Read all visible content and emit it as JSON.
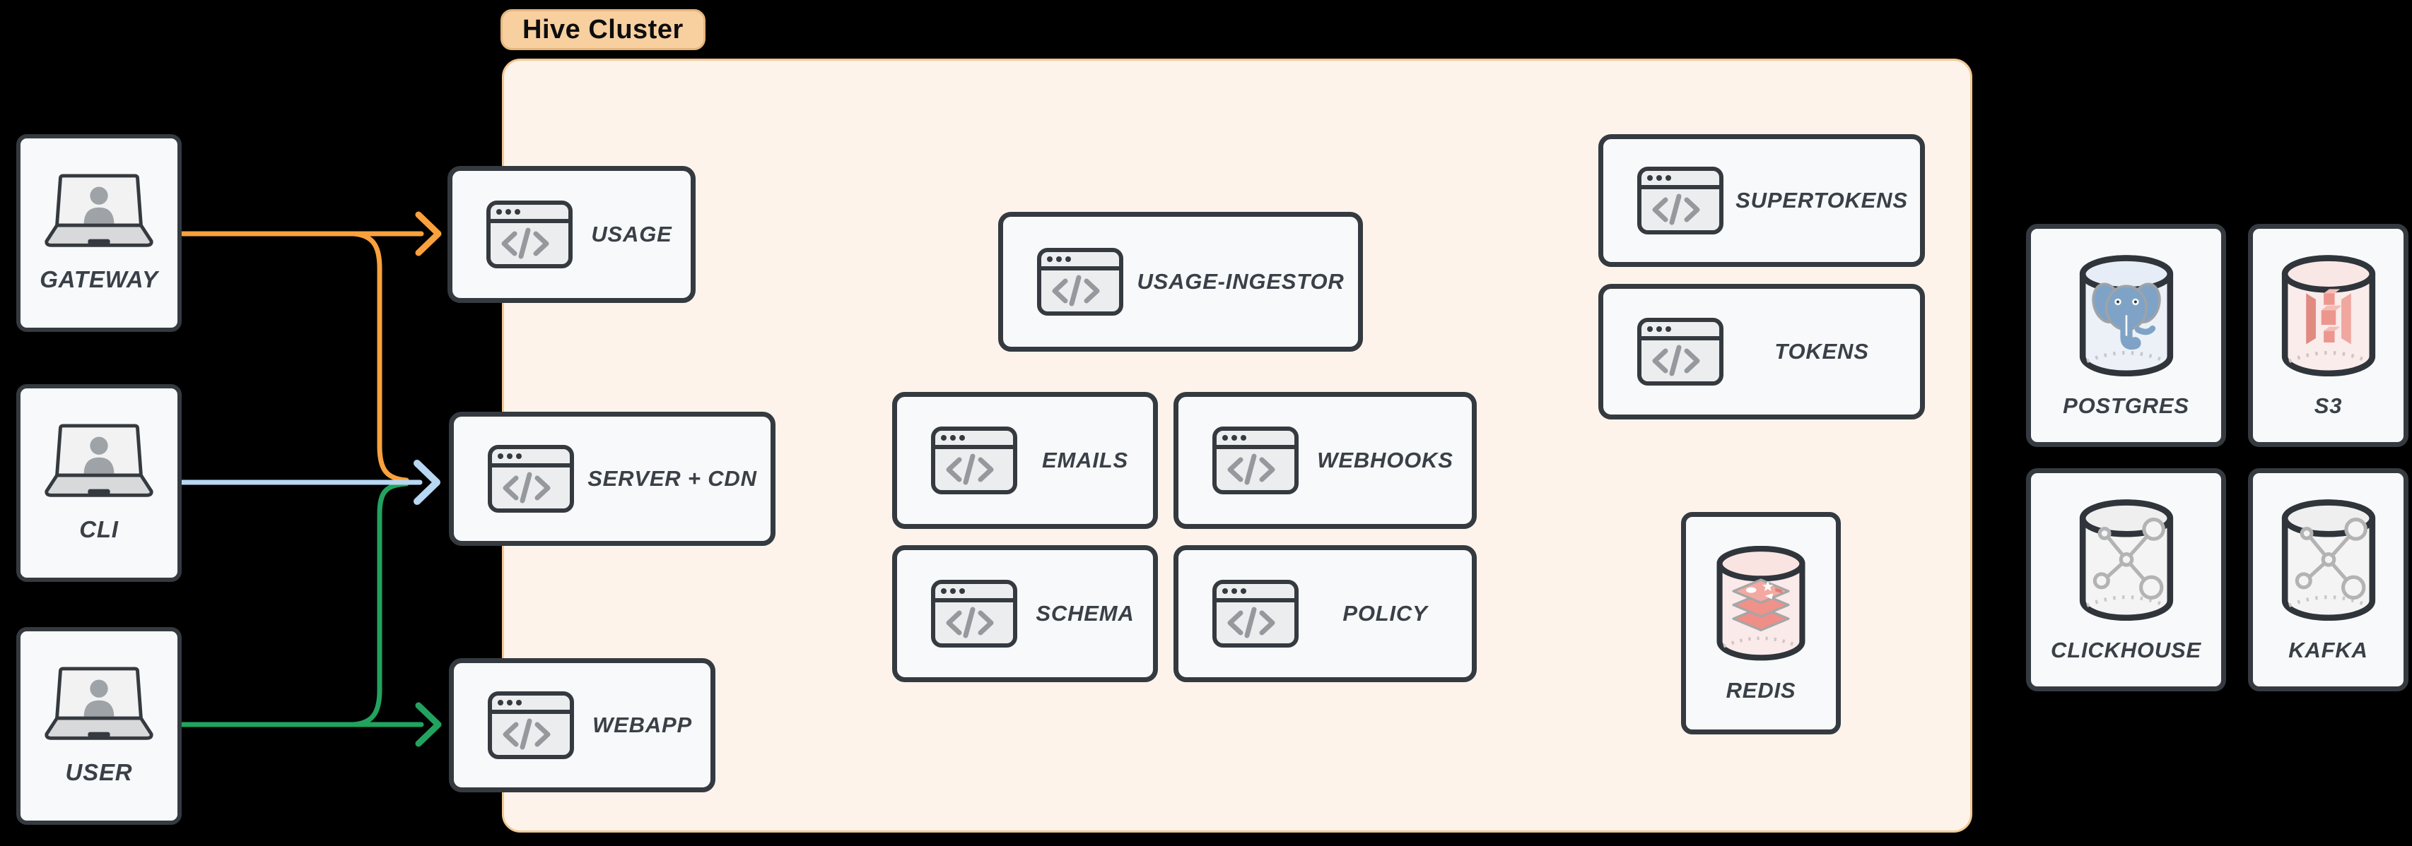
{
  "cluster_label": "Hive Cluster",
  "nodes": {
    "gateway": "GATEWAY",
    "cli": "CLI",
    "user": "USER",
    "usage": "USAGE",
    "server_cdn": "SERVER + CDN",
    "webapp": "WEBAPP",
    "usage_ingestor": "USAGE-INGESTOR",
    "emails": "EMAILS",
    "webhooks": "WEBHOOKS",
    "schema": "SCHEMA",
    "policy": "POLICY",
    "supertokens": "SUPERTOKENS",
    "tokens": "TOKENS",
    "redis": "REDIS",
    "postgres": "POSTGRES",
    "s3": "S3",
    "clickhouse": "CLICKHOUSE",
    "kafka": "KAFKA"
  },
  "edges": [
    {
      "from": "GATEWAY",
      "to": "USAGE",
      "color": "#F9A13C"
    },
    {
      "from": "GATEWAY",
      "to": "SERVER + CDN",
      "color": "#F9A13C"
    },
    {
      "from": "CLI",
      "to": "SERVER + CDN",
      "color": "#B7D7F2"
    },
    {
      "from": "USER",
      "to": "SERVER + CDN",
      "color": "#21A35F"
    },
    {
      "from": "USER",
      "to": "WEBAPP",
      "color": "#21A35F"
    }
  ],
  "colors": {
    "background": "#000000",
    "cluster_fill": "#FDF3EB",
    "cluster_border": "#F2C894",
    "cluster_label_fill": "#F8CF9F",
    "node_fill": "#F8F9FA",
    "node_border": "#343A40",
    "label_text": "#3A4047",
    "arrow_orange": "#F9A13C",
    "arrow_blue": "#B7D7F2",
    "arrow_green": "#21A35F",
    "redis_logo": "#F0918A",
    "postgres_logo": "#7FA3C6",
    "s3_logo": "#E8938B",
    "molecule_gray": "#B3B3B3"
  }
}
